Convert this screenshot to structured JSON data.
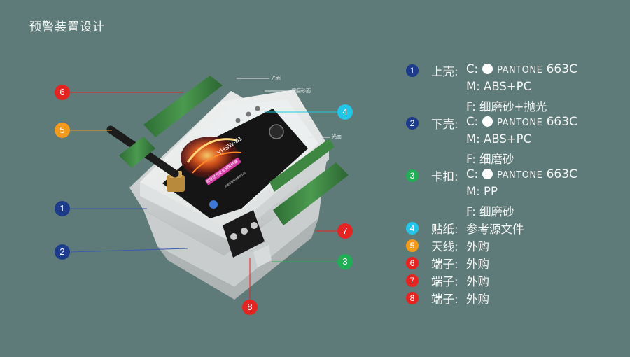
{
  "page": {
    "title": "预警装置设计"
  },
  "product": {
    "model": "YHSW-B1",
    "subtitle": "智慧燃气安全预警终端",
    "company": "合肥思康科技有限公司",
    "callout_notes": {
      "glossy_top": "光面",
      "fine_matte": "细磨砂面",
      "glossy_side": "光面"
    }
  },
  "callouts": [
    {
      "num": "6",
      "color": "#e52421"
    },
    {
      "num": "5",
      "color": "#f39a1b"
    },
    {
      "num": "1",
      "color": "#1d3b8b"
    },
    {
      "num": "2",
      "color": "#1d3b8b"
    },
    {
      "num": "4",
      "color": "#21c6e8"
    },
    {
      "num": "7",
      "color": "#e52421"
    },
    {
      "num": "3",
      "color": "#1fae55"
    },
    {
      "num": "8",
      "color": "#e52421"
    }
  ],
  "spec": [
    {
      "num": "1",
      "color": "#1d3b8b",
      "label": "上壳:",
      "c_prefix": "C:",
      "pantone": "PANTONE",
      "code": "663C"
    },
    {
      "num": "",
      "color": "",
      "label": "",
      "text": "M: ABS+PC"
    },
    {
      "num": "",
      "color": "",
      "label": "",
      "text": "F: 细磨砂+抛光"
    },
    {
      "num": "2",
      "color": "#1d3b8b",
      "label": "下壳:",
      "c_prefix": "C:",
      "pantone": "PANTONE",
      "code": "663C"
    },
    {
      "num": "",
      "color": "",
      "label": "",
      "text": "M: ABS+PC"
    },
    {
      "num": "",
      "color": "",
      "label": "",
      "text": "F: 细磨砂"
    },
    {
      "num": "3",
      "color": "#1fae55",
      "label": "卡扣:",
      "c_prefix": "C:",
      "pantone": "PANTONE",
      "code": "663C"
    },
    {
      "num": "",
      "color": "",
      "label": "",
      "text": "M: PP"
    },
    {
      "num": "",
      "color": "",
      "label": "",
      "text": "F: 细磨砂"
    },
    {
      "num": "4",
      "color": "#21c6e8",
      "label": "贴纸:",
      "text": "参考源文件"
    },
    {
      "num": "5",
      "color": "#f39a1b",
      "label": "天线:",
      "text": "外购"
    },
    {
      "num": "6",
      "color": "#e52421",
      "label": "端子:",
      "text": "外购"
    },
    {
      "num": "7",
      "color": "#e52421",
      "label": "端子:",
      "text": "外购"
    },
    {
      "num": "8",
      "color": "#e52421",
      "label": "端子:",
      "text": "外购"
    }
  ]
}
